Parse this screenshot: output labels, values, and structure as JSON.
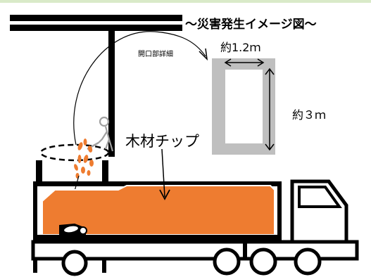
{
  "title": "～災害発生イメージ図～",
  "labels": {
    "opening_detail": "開口部詳細",
    "width": "約1.2ｍ",
    "height": "約３ｍ",
    "material": "木材チップ"
  },
  "colors": {
    "chip_orange": "#EE7C30",
    "frame_gray": "#BFBFBF",
    "line": "#000000",
    "top_band": "#D9EAC8"
  }
}
